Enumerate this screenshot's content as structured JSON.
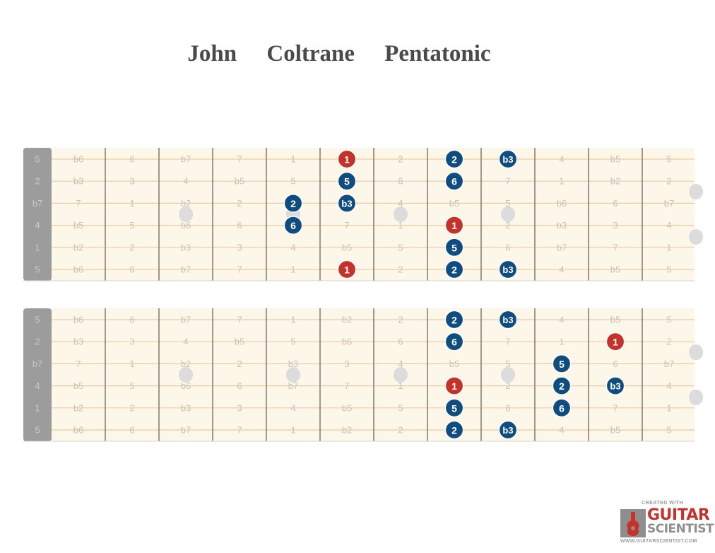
{
  "title": {
    "word1": "John",
    "word2": "Coltrane",
    "word3": "Pentatonic"
  },
  "colors": {
    "root": "#c5312b",
    "note": "#0f4d80",
    "board": "#fdf7ea",
    "string": "#f0c9a5",
    "fret": "#8a7f76",
    "nut": "#9c9c9c",
    "faded_text": "#c9c2b6",
    "inlay": "#dcdcdc"
  },
  "logo": {
    "created": "CREATED WITH",
    "word1": "GUITAR",
    "word2": "SCIENTIST",
    "url": "WWW.GUITARSCIENTIST.COM"
  },
  "diagrams": [
    {
      "name": "position-1",
      "open_labels": [
        "5",
        "2",
        "b7",
        "4",
        "1",
        "5"
      ],
      "grid": [
        [
          "b6",
          "6",
          "b7",
          "7",
          "1",
          "b2",
          "2",
          "b3",
          "3",
          "4",
          "b5",
          "5"
        ],
        [
          "b3",
          "3",
          "4",
          "b5",
          "5",
          "b6",
          "6",
          "b7",
          "7",
          "1",
          "b2",
          "2"
        ],
        [
          "7",
          "1",
          "b2",
          "2",
          "b3",
          "3",
          "4",
          "b5",
          "5",
          "b6",
          "6",
          "b7"
        ],
        [
          "b5",
          "5",
          "b6",
          "6",
          "b7",
          "7",
          "1",
          "b2",
          "2",
          "b3",
          "3",
          "4"
        ],
        [
          "b2",
          "2",
          "b3",
          "3",
          "4",
          "b5",
          "5",
          "b6",
          "6",
          "b7",
          "7",
          "1"
        ],
        [
          "b6",
          "6",
          "b7",
          "7",
          "1",
          "b2",
          "2",
          "b3",
          "3",
          "4",
          "b5",
          "5"
        ]
      ],
      "notes": [
        {
          "string": 0,
          "fret": 5,
          "label": "1",
          "root": true
        },
        {
          "string": 0,
          "fret": 7,
          "label": "2",
          "root": false
        },
        {
          "string": 0,
          "fret": 8,
          "label": "b3",
          "root": false
        },
        {
          "string": 1,
          "fret": 5,
          "label": "5",
          "root": false
        },
        {
          "string": 1,
          "fret": 7,
          "label": "6",
          "root": false
        },
        {
          "string": 2,
          "fret": 4,
          "label": "2",
          "root": false
        },
        {
          "string": 2,
          "fret": 5,
          "label": "b3",
          "root": false
        },
        {
          "string": 3,
          "fret": 4,
          "label": "6",
          "root": false
        },
        {
          "string": 3,
          "fret": 7,
          "label": "1",
          "root": true
        },
        {
          "string": 4,
          "fret": 7,
          "label": "5",
          "root": false
        },
        {
          "string": 5,
          "fret": 5,
          "label": "1",
          "root": true
        },
        {
          "string": 5,
          "fret": 7,
          "label": "2",
          "root": false
        },
        {
          "string": 5,
          "fret": 8,
          "label": "b3",
          "root": false
        }
      ]
    },
    {
      "name": "position-2",
      "open_labels": [
        "5",
        "2",
        "b7",
        "4",
        "1",
        "5"
      ],
      "grid": [
        [
          "b6",
          "6",
          "b7",
          "7",
          "1",
          "b2",
          "2",
          "b3",
          "3",
          "4",
          "b5",
          "5"
        ],
        [
          "b3",
          "3",
          "4",
          "b5",
          "5",
          "b6",
          "6",
          "b7",
          "7",
          "1",
          "b2",
          "2"
        ],
        [
          "7",
          "1",
          "b2",
          "2",
          "b3",
          "3",
          "4",
          "b5",
          "5",
          "b6",
          "6",
          "b7"
        ],
        [
          "b5",
          "5",
          "b6",
          "6",
          "b7",
          "7",
          "1",
          "b2",
          "2",
          "b3",
          "3",
          "4"
        ],
        [
          "b2",
          "2",
          "b3",
          "3",
          "4",
          "b5",
          "5",
          "b6",
          "6",
          "b7",
          "7",
          "1"
        ],
        [
          "b6",
          "6",
          "b7",
          "7",
          "1",
          "b2",
          "2",
          "b3",
          "3",
          "4",
          "b5",
          "5"
        ]
      ],
      "notes": [
        {
          "string": 0,
          "fret": 7,
          "label": "2",
          "root": false
        },
        {
          "string": 0,
          "fret": 8,
          "label": "b3",
          "root": false
        },
        {
          "string": 1,
          "fret": 7,
          "label": "6",
          "root": false
        },
        {
          "string": 1,
          "fret": 10,
          "label": "1",
          "root": true
        },
        {
          "string": 2,
          "fret": 9,
          "label": "5",
          "root": false
        },
        {
          "string": 3,
          "fret": 7,
          "label": "1",
          "root": true
        },
        {
          "string": 3,
          "fret": 9,
          "label": "2",
          "root": false
        },
        {
          "string": 3,
          "fret": 10,
          "label": "b3",
          "root": false
        },
        {
          "string": 4,
          "fret": 7,
          "label": "5",
          "root": false
        },
        {
          "string": 4,
          "fret": 9,
          "label": "6",
          "root": false
        },
        {
          "string": 5,
          "fret": 7,
          "label": "2",
          "root": false
        },
        {
          "string": 5,
          "fret": 8,
          "label": "b3",
          "root": false
        }
      ]
    }
  ]
}
